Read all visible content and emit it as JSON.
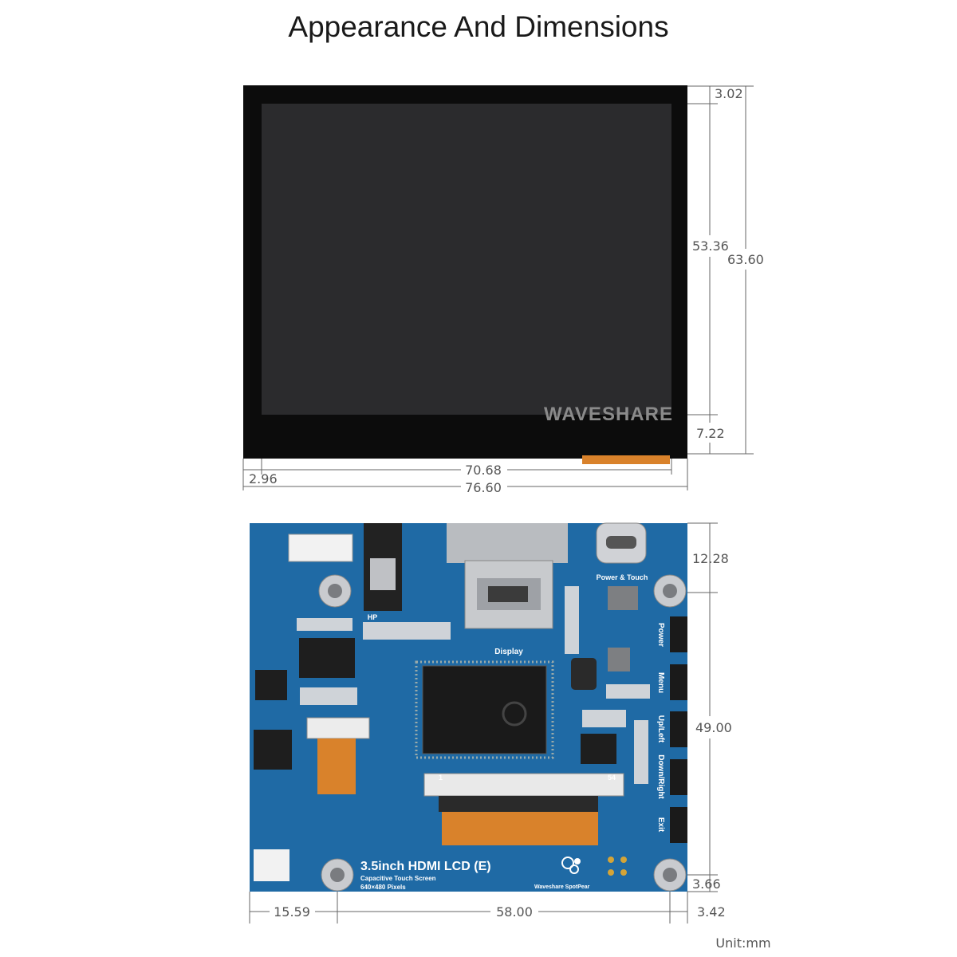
{
  "title": "Appearance And Dimensions",
  "watermark": "WAVESHARE",
  "unit_label": "Unit:mm",
  "front_view": {
    "dims": {
      "top_margin": "3.02",
      "active_height": "53.36",
      "total_height": "63.60",
      "bottom_margin": "7.22",
      "left_margin": "2.96",
      "active_width": "70.68",
      "total_width": "76.60"
    }
  },
  "back_view": {
    "dims": {
      "top_hole": "12.28",
      "hole_span_vertical": "49.00",
      "bottom_hole": "3.66",
      "left_hole": "15.59",
      "hole_span_horizontal": "58.00",
      "right_hole": "3.42"
    },
    "labels": {
      "hp": "HP",
      "display": "Display",
      "power_touch": "Power & Touch",
      "buttons": [
        "Power",
        "Menu",
        "Up/Left",
        "Down/Right",
        "Exit"
      ],
      "board_name": "3.5inch HDMI LCD (E)",
      "board_sub1": "Capacitive Touch Screen",
      "board_sub2": "640×480 Pixels",
      "maker": "Waveshare SpotPear",
      "pin_1": "1",
      "pin_54": "54"
    }
  },
  "colors": {
    "pcb": "#1f6aa5",
    "screen": "#0c0c0c",
    "active_area": "#2b2b2d",
    "fpc": "#d9822b"
  }
}
